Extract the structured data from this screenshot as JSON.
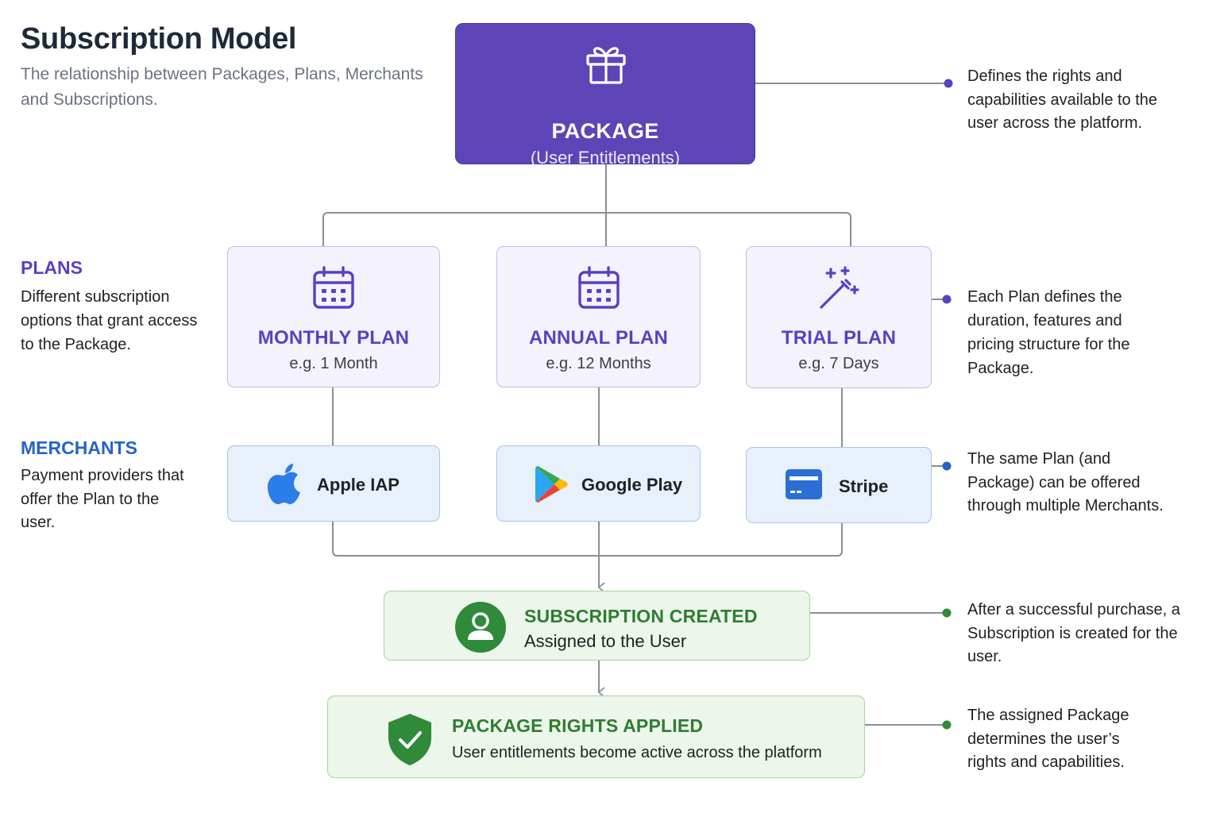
{
  "header": {
    "title": "Subscription Model",
    "subtitle": "The relationship between Packages, Plans, Merchants and Subscriptions."
  },
  "sections": {
    "plans": {
      "heading": "PLANS",
      "description": "Different subscription options that grant access to the Package."
    },
    "merchants": {
      "heading": "MERCHANTS",
      "description": "Payment providers that offer the Plan to the user."
    }
  },
  "package": {
    "title": "PACKAGE",
    "subtitle": "(User Entitlements)",
    "icon": "gift-icon"
  },
  "plans": [
    {
      "title": "MONTHLY PLAN",
      "subtitle": "e.g. 1 Month",
      "icon": "calendar-icon"
    },
    {
      "title": "ANNUAL PLAN",
      "subtitle": "e.g. 12 Months",
      "icon": "calendar-icon"
    },
    {
      "title": "TRIAL PLAN",
      "subtitle": "e.g. 7 Days",
      "icon": "magic-wand-icon"
    }
  ],
  "merchants": [
    {
      "name": "Apple IAP",
      "icon": "apple-icon"
    },
    {
      "name": "Google Play",
      "icon": "google-play-icon"
    },
    {
      "name": "Stripe",
      "icon": "credit-card-icon"
    }
  ],
  "subscription": {
    "title": "SUBSCRIPTION CREATED",
    "subtitle": "Assigned to the User",
    "icon": "user-icon"
  },
  "rights": {
    "title": "PACKAGE RIGHTS APPLIED",
    "subtitle": "User entitlements become active across the platform",
    "icon": "shield-check-icon"
  },
  "notes": [
    "Defines the rights and capabilities available to the user across the platform.",
    "Each Plan defines the duration, features and pricing structure for the Package.",
    "The same Plan (and Package) can be offered through multiple Merchants.",
    "After a successful purchase, a Subscription is created for the user.",
    "The assigned Package determines the user’s rights and capabilities."
  ],
  "colors": {
    "package_fill": "#5d45b8",
    "plan_fill": "#f4f2fd",
    "plan_accent": "#5b3fc4",
    "merchant_fill": "#e8f0fc",
    "merchant_accent": "#2563c9",
    "green_fill": "#ecf6ea",
    "green_accent": "#2f7d32",
    "connector": "#8a8f96"
  }
}
